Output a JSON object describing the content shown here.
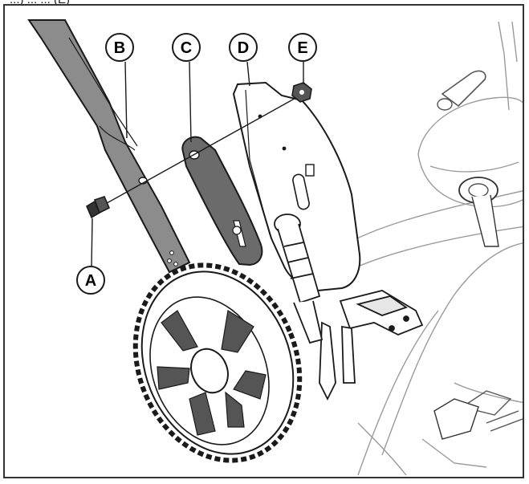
{
  "caption": "...) ... ... (E)",
  "labels": {
    "a": "A",
    "b": "B",
    "c": "C",
    "d": "D",
    "e": "E"
  },
  "colors": {
    "line": "#1a1a1a",
    "light_line": "#9a9a9a",
    "dark_fill": "#6b6b6b",
    "mid_fill": "#8c8c8c"
  }
}
